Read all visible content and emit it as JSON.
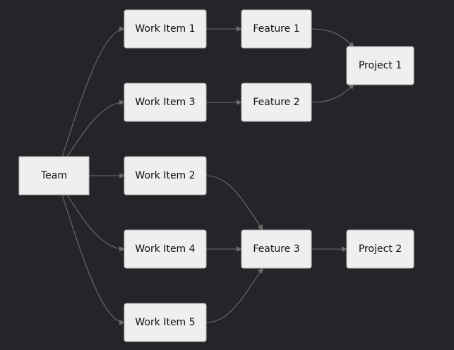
{
  "diagram": {
    "type": "flowchart",
    "direction": "left-to-right",
    "colors": {
      "background": "#252429",
      "node_fill": "#efefef",
      "node_border": "#b9b9b9",
      "node_text": "#111111",
      "edge": "#6d6d70"
    },
    "nodes": [
      {
        "id": "team",
        "label": "Team",
        "shape": "square"
      },
      {
        "id": "wi1",
        "label": "Work Item 1",
        "shape": "rounded"
      },
      {
        "id": "wi3",
        "label": "Work Item 3",
        "shape": "rounded"
      },
      {
        "id": "wi2",
        "label": "Work Item 2",
        "shape": "rounded"
      },
      {
        "id": "wi4",
        "label": "Work Item 4",
        "shape": "rounded"
      },
      {
        "id": "wi5",
        "label": "Work Item 5",
        "shape": "rounded"
      },
      {
        "id": "f1",
        "label": "Feature 1",
        "shape": "rounded"
      },
      {
        "id": "f2",
        "label": "Feature 2",
        "shape": "rounded"
      },
      {
        "id": "f3",
        "label": "Feature 3",
        "shape": "rounded"
      },
      {
        "id": "p1",
        "label": "Project 1",
        "shape": "rounded"
      },
      {
        "id": "p2",
        "label": "Project 2",
        "shape": "rounded"
      }
    ],
    "edges": [
      {
        "from": "team",
        "to": "wi1"
      },
      {
        "from": "team",
        "to": "wi3"
      },
      {
        "from": "team",
        "to": "wi2"
      },
      {
        "from": "team",
        "to": "wi4"
      },
      {
        "from": "team",
        "to": "wi5"
      },
      {
        "from": "wi1",
        "to": "f1"
      },
      {
        "from": "wi3",
        "to": "f2"
      },
      {
        "from": "wi2",
        "to": "f3"
      },
      {
        "from": "wi4",
        "to": "f3"
      },
      {
        "from": "wi5",
        "to": "f3"
      },
      {
        "from": "f1",
        "to": "p1"
      },
      {
        "from": "f2",
        "to": "p1"
      },
      {
        "from": "f3",
        "to": "p2"
      }
    ]
  }
}
